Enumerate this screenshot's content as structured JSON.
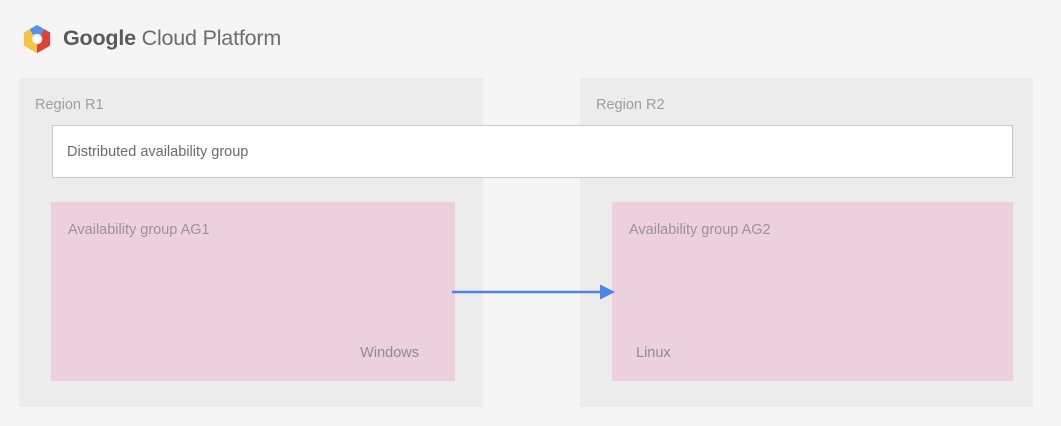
{
  "brand": {
    "logo_icon": "google-cloud-platform-hexagon-logo",
    "name_strong": "Google",
    "name_light": "Cloud Platform",
    "colors": {
      "logo_blue": "#5A8DEE",
      "logo_red": "#D8443C",
      "logo_yellow": "#F6C244",
      "logo_center": "#FFFFFF",
      "text": "#5f6368"
    }
  },
  "diagram": {
    "type": "architecture-diagram",
    "background": "#f5f5f5",
    "regions": [
      {
        "id": "r1",
        "label": "Region R1",
        "background": "#ececec",
        "availability_group": {
          "title": "Availability group AG1",
          "os": "Windows",
          "os_align": "right",
          "background": "#ecd0de"
        }
      },
      {
        "id": "r2",
        "label": "Region R2",
        "background": "#ececec",
        "availability_group": {
          "title": "Availability group AG2",
          "os": "Linux",
          "os_align": "left",
          "background": "#ecd0de"
        }
      }
    ],
    "distributed_group": {
      "label": "Distributed availability group",
      "background": "#ffffff",
      "border_color": "#c8c8c8"
    },
    "connector": {
      "icon": "right-arrow-icon",
      "direction": "left-to-right",
      "from": "Availability group AG1",
      "to": "Availability group AG2",
      "color": "#4f83ea"
    }
  }
}
